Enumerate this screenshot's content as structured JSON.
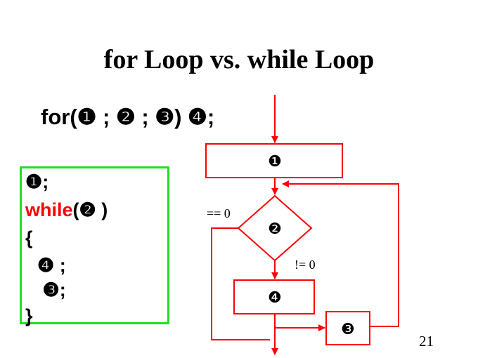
{
  "slide": {
    "title": "for Loop vs. while Loop",
    "page_number": "21"
  },
  "for_syntax": {
    "text": "for(❶ ; ❷ ; ❸) ❹;"
  },
  "code_box": {
    "line1": "❶;",
    "line2_keyword": "while",
    "line2_rest": "(❷ )",
    "line3": "{",
    "line4": "  ❹ ;",
    "line5": "   ❸;",
    "line6": "}"
  },
  "flowchart": {
    "init_label": "❶",
    "condition_label": "❷",
    "body_label": "❹",
    "update_label": "❸",
    "false_branch_label": "== 0",
    "true_branch_label": "!= 0",
    "line_color": "#ff0000"
  },
  "colors": {
    "keyword": "#ff0000",
    "code_box_border": "#22dd22",
    "flow_line": "#ff0000"
  }
}
